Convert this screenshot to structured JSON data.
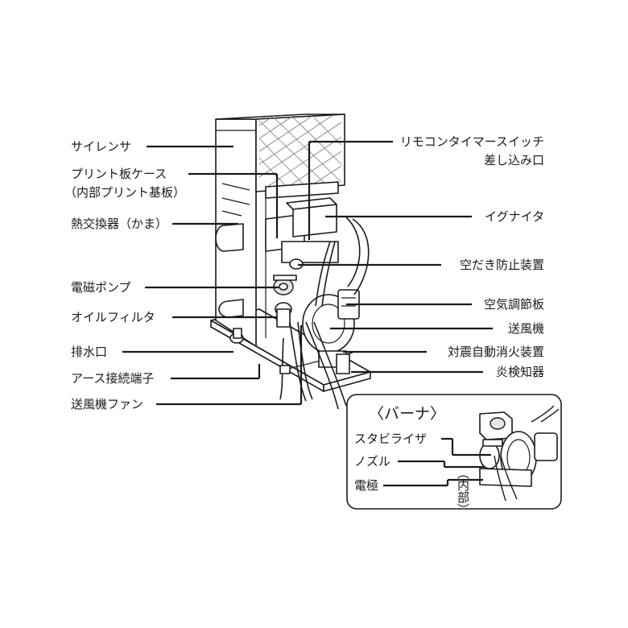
{
  "labels": {
    "silencer": "サイレンサ",
    "pcb_case_1": "プリント板ケース",
    "pcb_case_2": "（内部プリント基板）",
    "heat_exchanger": "熱交換器（かま）",
    "solenoid_pump": "電磁ポンプ",
    "oil_filter": "オイルフィルタ",
    "drain": "排水口",
    "ground_terminal": "アース接続端子",
    "fan": "送風機ファン",
    "remote_timer_1": "リモコンタイマースイッチ",
    "remote_timer_2": "差し込み口",
    "igniter": "イグナイタ",
    "dry_fire_guard": "空だき防止装置",
    "air_damper": "空気調節板",
    "blower": "送風機",
    "seismic_shutoff": "対震自動消火装置",
    "flame_detector": "炎検知器"
  },
  "inset": {
    "title": "〈バーナ〉",
    "stabilizer": "スタビライザ",
    "nozzle": "ノズル",
    "electrode": "電極",
    "inside": "（内部）"
  }
}
